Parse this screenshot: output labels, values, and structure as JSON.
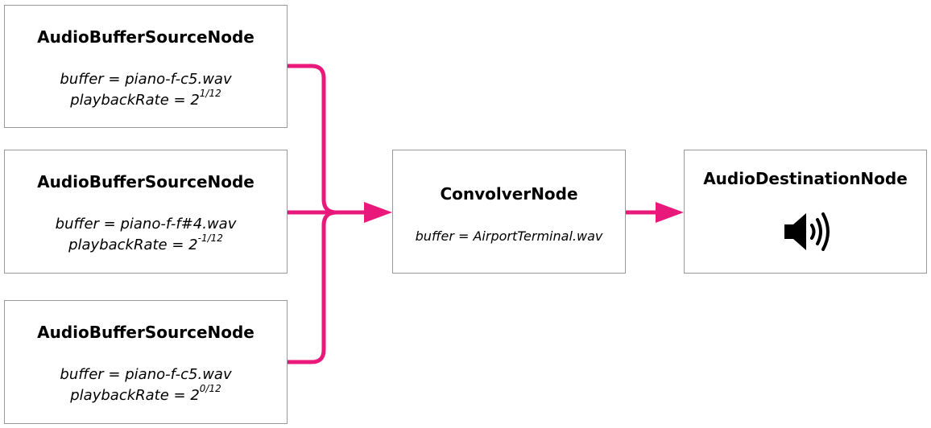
{
  "colors": {
    "connector": "#e8197a",
    "border": "#999999"
  },
  "nodes": {
    "source1": {
      "title": "AudioBufferSourceNode",
      "buffer": "buffer = piano-f-c5.wav",
      "rate_label": "playbackRate = 2",
      "rate_exponent": "1/12"
    },
    "source2": {
      "title": "AudioBufferSourceNode",
      "buffer": "buffer = piano-f-f#4.wav",
      "rate_label": "playbackRate = 2",
      "rate_exponent": "-1/12"
    },
    "source3": {
      "title": "AudioBufferSourceNode",
      "buffer": "buffer = piano-f-c5.wav",
      "rate_label": "playbackRate = 2",
      "rate_exponent": "0/12"
    },
    "convolver": {
      "title": "ConvolverNode",
      "buffer": "buffer = AirportTerminal.wav"
    },
    "destination": {
      "title": "AudioDestinationNode",
      "icon": "speaker-icon"
    }
  },
  "edges": [
    {
      "from": "source1",
      "to": "convolver"
    },
    {
      "from": "source2",
      "to": "convolver"
    },
    {
      "from": "source3",
      "to": "convolver"
    },
    {
      "from": "convolver",
      "to": "destination"
    }
  ]
}
